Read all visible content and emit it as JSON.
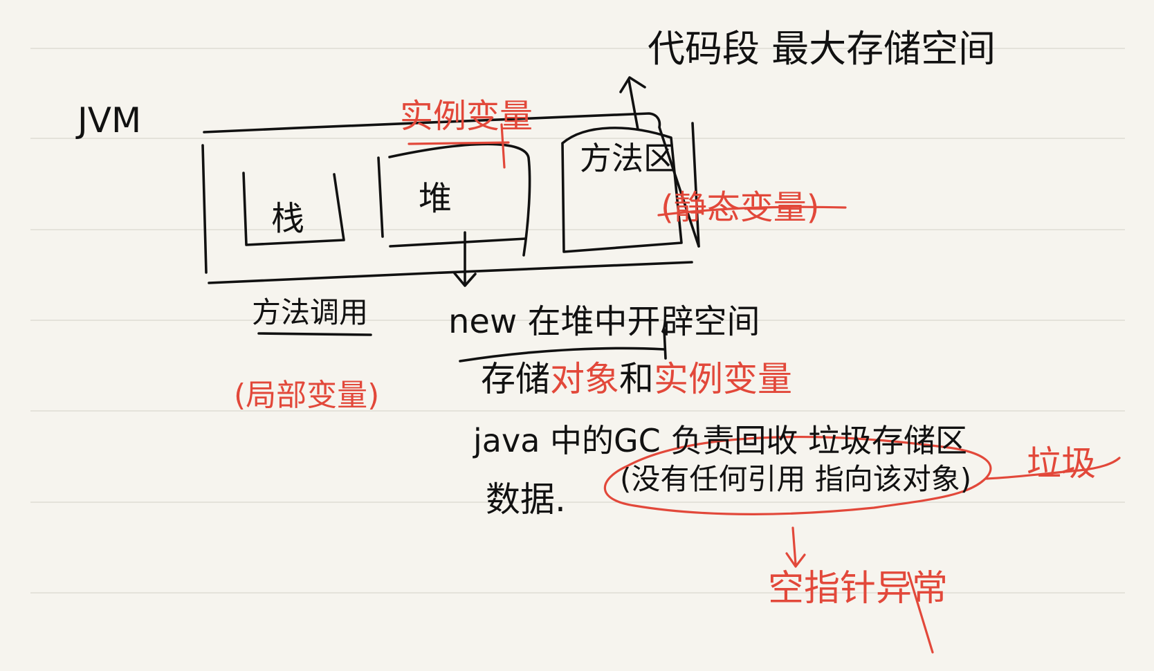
{
  "colors": {
    "paper": "#f6f4ee",
    "rule_line": "#d9d6cf",
    "ink_black": "#111111",
    "ink_red": "#e2483a"
  },
  "note": {
    "jvm_label": "JVM",
    "code_segment": "代码段 最大存储空间",
    "instance_variable_top": "实例变量",
    "stack_box": "栈",
    "heap_box": "堆",
    "method_area_box": "方法区",
    "static_variable": "(静态变量)",
    "method_call_label": "方法调用",
    "local_variable": "(局部变量)",
    "new_heap_space": "new 在堆中开辟空间",
    "store_prefix": "存储",
    "objects_word": "对象",
    "and_word": "和",
    "instance_variable_bottom": "实例变量",
    "gc_line": "java 中的GC 负责回收 垃圾存储区",
    "data_prefix": "数据.",
    "no_reference": "(没有任何引用 指向该对象)",
    "garbage": "垃圾",
    "null_pointer": "空指针异常"
  }
}
